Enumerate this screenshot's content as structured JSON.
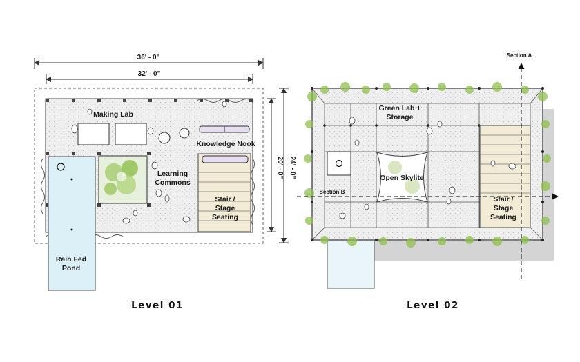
{
  "colors": {
    "paving": "#ececec",
    "water": "#dcf0f8",
    "stage": "#f2ecd6",
    "greenery": "#8fbf4e",
    "planter": "#e6f0dc",
    "shadow": "#d2d2d2",
    "outline": "#333333"
  },
  "level01": {
    "title": "Level 01",
    "dim_outer": "36' - 0\"",
    "dim_inner": "32' - 0\"",
    "dim_height_outer": "24' - 0\"",
    "dim_height_inner": "20' - 0\"",
    "rooms": {
      "making_lab": "Making Lab",
      "knowledge_nook": "Knowledge Nook",
      "learning_commons": [
        "Learning",
        "Commons"
      ],
      "stair_stage_seating": [
        "Stair /",
        "Stage",
        "Seating"
      ],
      "rain_fed_pond": [
        "Rain Fed",
        "Pond"
      ]
    }
  },
  "level02": {
    "title": "Level 02",
    "section_a": "Section A",
    "section_b": "Section B",
    "rooms": {
      "green_lab_storage": [
        "Green Lab +",
        "Storage"
      ],
      "open_skylite": "Open Skylite",
      "stair_stage_seating": [
        "Stair /",
        "Stage",
        "Seating"
      ]
    }
  }
}
